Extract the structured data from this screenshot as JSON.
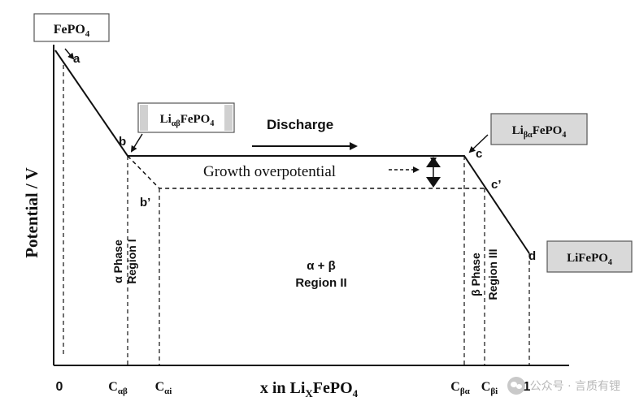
{
  "axes": {
    "ylabel": "Potential / V",
    "xlabel_main": "x in Li",
    "xlabel_sub": "X",
    "xlabel_rest": "FePO",
    "xlabel_sub2": "4"
  },
  "boxes": {
    "fepo4": {
      "main": "FePO",
      "sub": "4"
    },
    "li_ab": {
      "main": "Li",
      "sub": "αβ",
      "rest": "FePO",
      "sub2": "4"
    },
    "li_ba": {
      "main": "Li",
      "sub": "βα",
      "rest": "FePO",
      "sub2": "4"
    },
    "lifepo4": {
      "main": "LiFePO",
      "sub": "4"
    }
  },
  "point_labels": {
    "a": "a",
    "b": "b",
    "b_prime": "b’",
    "c": "c",
    "c_prime": "c’",
    "d": "d"
  },
  "annotations": {
    "discharge": "Discharge",
    "growth": "Growth overpotential",
    "region1_line1": "α  Phase",
    "region1_line2": "Region I",
    "region2_line1": "α + β",
    "region2_line2": "Region II",
    "region3_line1": "β  Phase",
    "region3_line2": "Region III"
  },
  "ticks": {
    "zero": "0",
    "c_ab": {
      "main": "C",
      "sub": "αβ"
    },
    "c_ai": {
      "main": "C",
      "sub": "αi"
    },
    "c_ba": {
      "main": "C",
      "sub": "βα"
    },
    "c_bi": {
      "main": "C",
      "sub": "βi"
    },
    "one": "1"
  },
  "watermark": {
    "text": "公众号 · 言质有锂",
    "icon": "chat-bubble-icon"
  },
  "colors": {
    "ink": "#111111",
    "box_fill": "#d9d9d9",
    "box_border": "#555555",
    "watermark": "#b8b8b8"
  }
}
